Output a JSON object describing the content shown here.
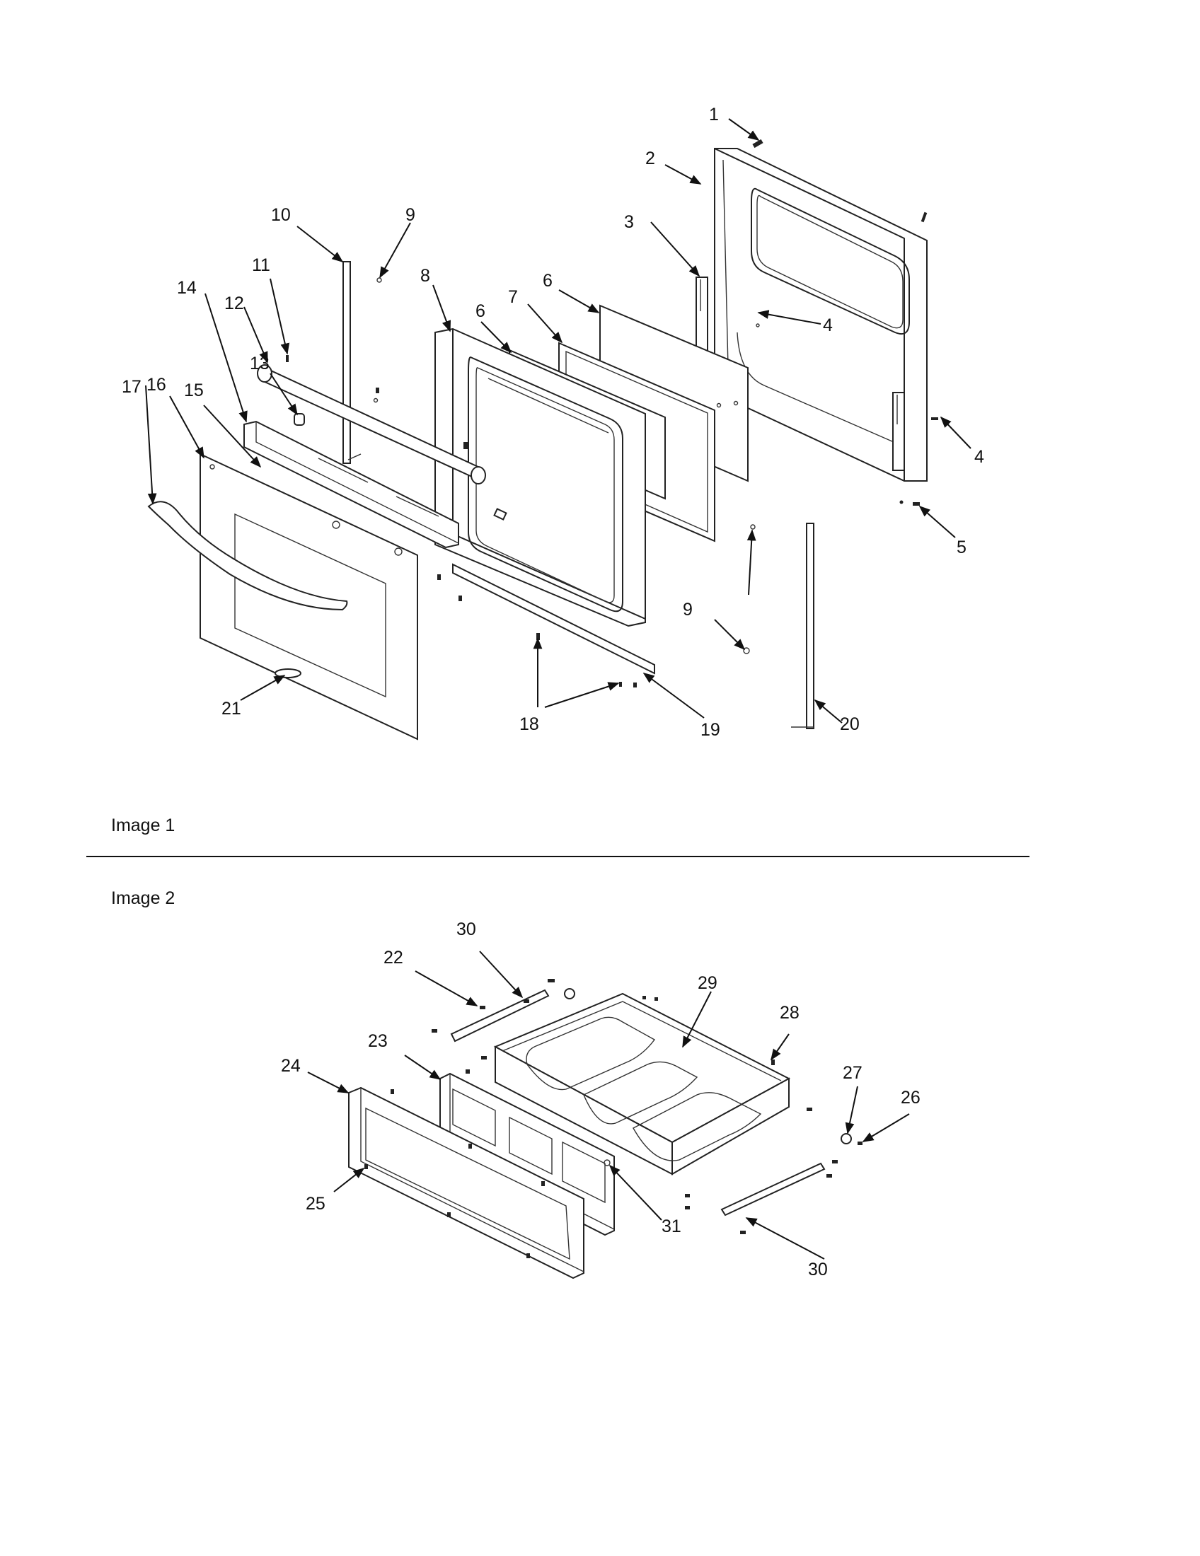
{
  "captions": {
    "image1": "Image 1",
    "image2": "Image 2"
  },
  "callouts": [
    {
      "id": "c1",
      "label": "1"
    },
    {
      "id": "c2",
      "label": "2"
    },
    {
      "id": "c3",
      "label": "3"
    },
    {
      "id": "c4a",
      "label": "4"
    },
    {
      "id": "c4b",
      "label": "4"
    },
    {
      "id": "c5",
      "label": "5"
    },
    {
      "id": "c6a",
      "label": "6"
    },
    {
      "id": "c6b",
      "label": "6"
    },
    {
      "id": "c7",
      "label": "7"
    },
    {
      "id": "c8",
      "label": "8"
    },
    {
      "id": "c9a",
      "label": "9"
    },
    {
      "id": "c9b",
      "label": "9"
    },
    {
      "id": "c10",
      "label": "10"
    },
    {
      "id": "c11",
      "label": "11"
    },
    {
      "id": "c12",
      "label": "12"
    },
    {
      "id": "c13",
      "label": "13"
    },
    {
      "id": "c14",
      "label": "14"
    },
    {
      "id": "c15",
      "label": "15"
    },
    {
      "id": "c16",
      "label": "16"
    },
    {
      "id": "c17",
      "label": "17"
    },
    {
      "id": "c18",
      "label": "18"
    },
    {
      "id": "c19",
      "label": "19"
    },
    {
      "id": "c20",
      "label": "20"
    },
    {
      "id": "c21",
      "label": "21"
    },
    {
      "id": "c22",
      "label": "22"
    },
    {
      "id": "c23",
      "label": "23"
    },
    {
      "id": "c24",
      "label": "24"
    },
    {
      "id": "c25",
      "label": "25"
    },
    {
      "id": "c26",
      "label": "26"
    },
    {
      "id": "c27",
      "label": "27"
    },
    {
      "id": "c28",
      "label": "28"
    },
    {
      "id": "c29",
      "label": "29"
    },
    {
      "id": "c30a",
      "label": "30"
    },
    {
      "id": "c30b",
      "label": "30"
    },
    {
      "id": "c31",
      "label": "31"
    }
  ]
}
